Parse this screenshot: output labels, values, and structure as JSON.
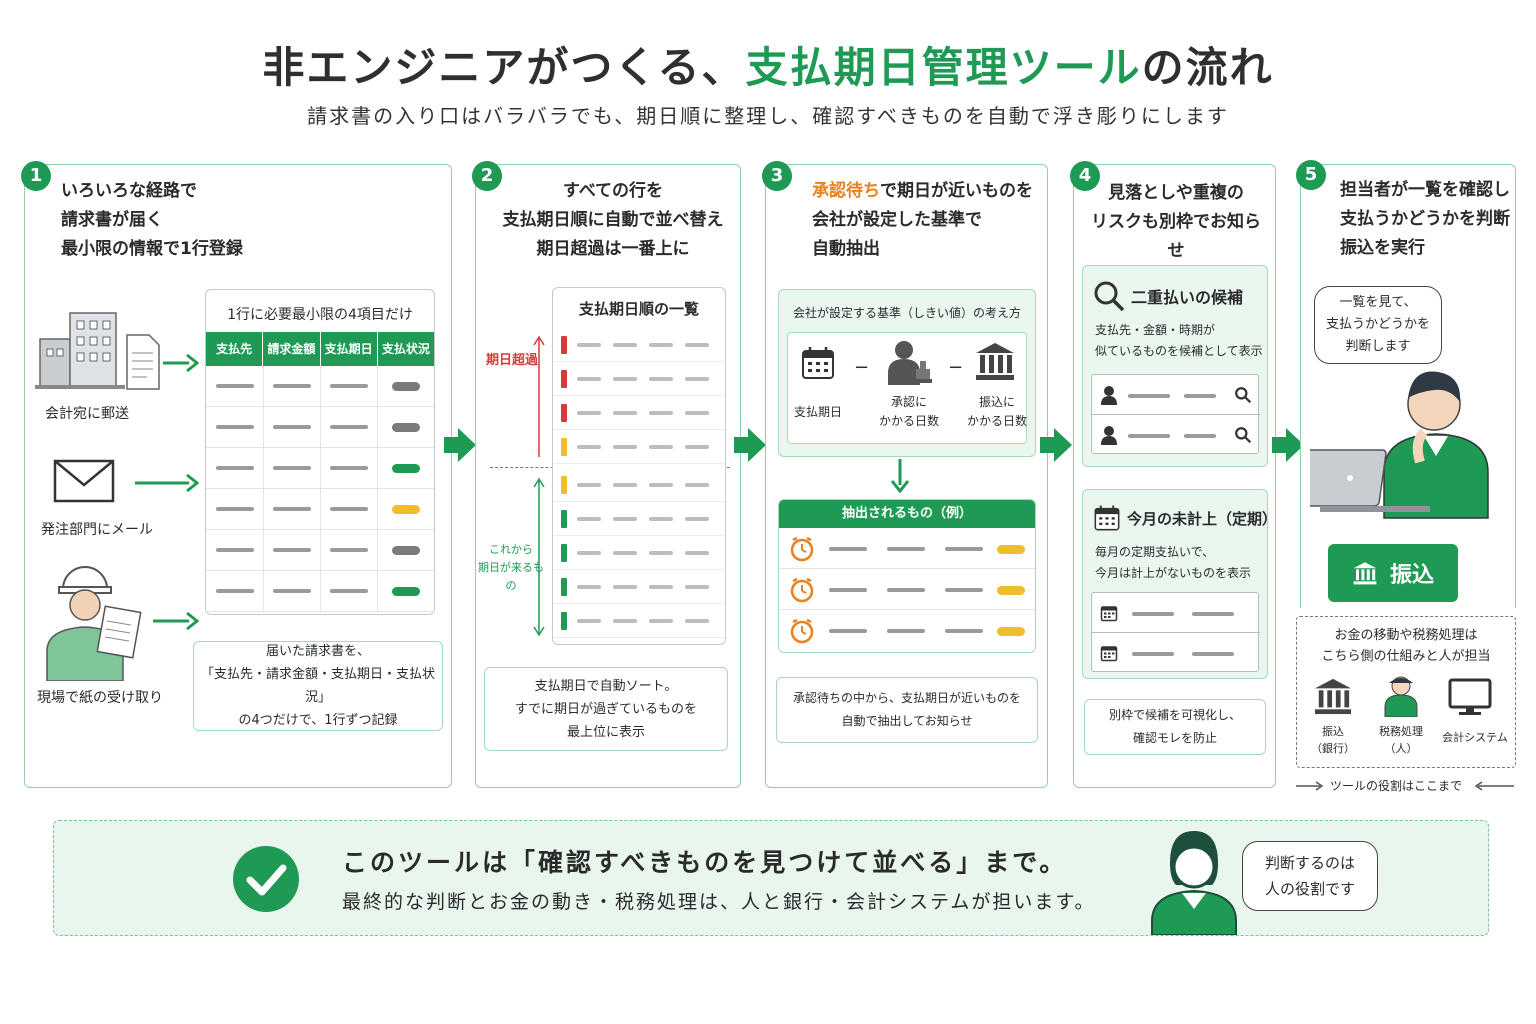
{
  "header": {
    "title_pre": "非エンジニアがつくる、",
    "title_accent": "支払期日管理ツール",
    "title_post": "の流れ",
    "subtitle": "請求書の入り口はバラバラでも、期日順に整理し、確認すべきものを自動で浮き彫りにします"
  },
  "colors": {
    "accent": "#1f9a55",
    "orange": "#e8821e",
    "red": "#d63a3a",
    "yellow": "#f2bd2c",
    "gray": "#7a7a7a"
  },
  "step1": {
    "num": "1",
    "title": "いろいろな経路で\n請求書が届く\n最小限の情報で1行登録",
    "src_mail": "会計宛に郵送",
    "src_email": "発注部門にメール",
    "src_paper": "現場で紙の受け取り",
    "table_title": "1行に必要最小限の4項目だけ",
    "columns": [
      "支払先",
      "請求金額",
      "支払期日",
      "支払状況"
    ],
    "note": "届いた請求書を、\n「支払先・請求金額・支払期日・支払状況」\nの4つだけで、1行ずつ記録"
  },
  "step2": {
    "num": "2",
    "title": "すべての行を\n支払期日順に自動で並べ替え\n期日超過は一番上に",
    "list_title": "支払期日順の一覧",
    "overdue": "期日超過",
    "upcoming": "これから\n期日が来るもの",
    "note": "支払期日で自動ソート。\nすでに期日が過ぎているものを\n最上位に表示"
  },
  "step3": {
    "num": "3",
    "title_orange": "承認待ち",
    "title_rest": "で期日が近いものを\n会社が設定した基準で\n自動抽出",
    "criteria_title": "会社が設定する基準（しきい値）の考え方",
    "icon_due": "支払期日",
    "icon_approval": "承認に\nかかる日数",
    "icon_transfer": "振込に\nかかる日数",
    "minus": "−",
    "extract_title": "抽出されるもの（例）",
    "note": "承認待ちの中から、支払期日が近いものを\n自動で抽出してお知らせ"
  },
  "step4": {
    "num": "4",
    "title": "見落としや重複の\nリスクも別枠でお知らせ",
    "dup_title": "二重払いの候補",
    "dup_desc": "支払先・金額・時期が\n似ているものを候補として表示",
    "month_title": "今月の未計上（定期）",
    "month_desc": "毎月の定期支払いで、\n今月は計上がないものを表示",
    "note": "別枠で候補を可視化し、\n確認モレを防止"
  },
  "step5": {
    "num": "5",
    "title": "担当者が一覧を確認し\n支払うかどうかを判断\n振込を実行",
    "speech": "一覧を見て、\n支払うかどうかを\n判断します",
    "transfer_button": "振込",
    "boundary_note": "お金の移動や税務処理は\nこちら側の仕組みと人が担当",
    "bank": "振込\n（銀行）",
    "tax": "税務処理\n（人）",
    "system": "会計システム",
    "tool_scope": "ツールの役割はここまで"
  },
  "footer": {
    "line1": "このツールは「確認すべきものを見つけて並べる」まで。",
    "line2": "最終的な判断とお金の動き・税務処理は、人と銀行・会計システムが担います。",
    "speech": "判断するのは\n人の役割です"
  }
}
